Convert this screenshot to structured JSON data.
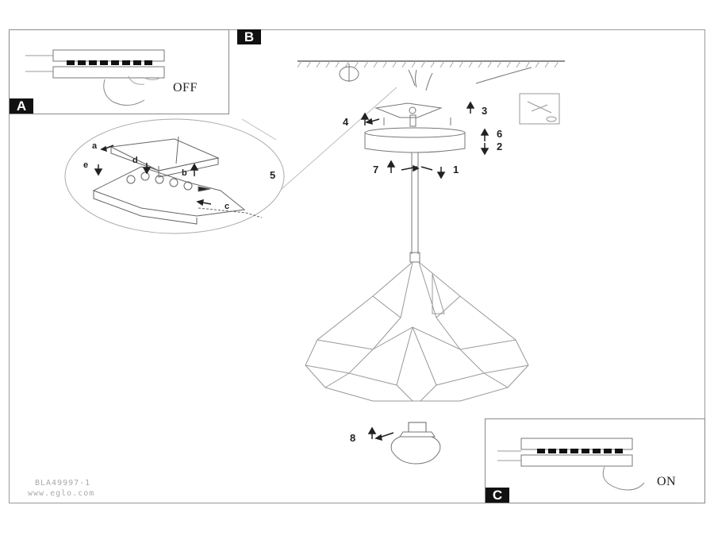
{
  "panels": {
    "a": {
      "tag": "A",
      "switch_label": "OFF"
    },
    "b": {
      "tag": "B"
    },
    "c": {
      "tag": "C",
      "switch_label": "ON"
    }
  },
  "steps": [
    "1",
    "2",
    "3",
    "4",
    "5",
    "6",
    "7",
    "8"
  ],
  "detail_letters": [
    "a",
    "b",
    "c",
    "d",
    "e"
  ],
  "footer": {
    "code": "BLA49997-1",
    "url": "www.eglo.com"
  }
}
